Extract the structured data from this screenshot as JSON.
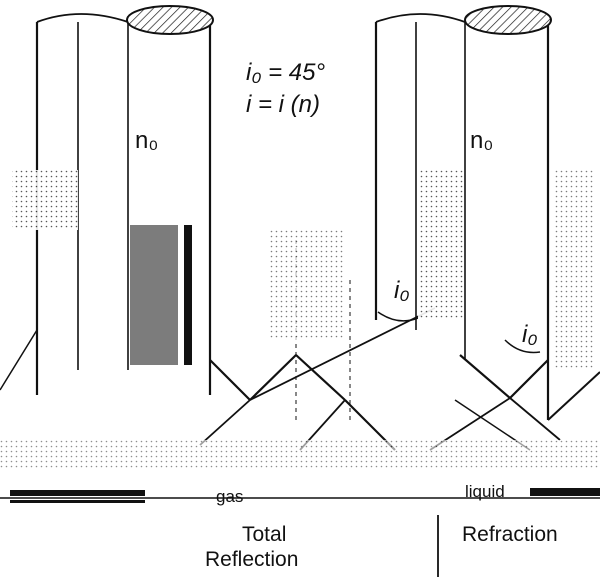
{
  "formula": {
    "line1": "i₀ = 45°",
    "line2": "i = i (n)"
  },
  "fibers": [
    {
      "core_label": "n₀",
      "incident_angle_label": "i₀"
    },
    {
      "core_label": "n₀",
      "incident_angle_label": "i₀"
    }
  ],
  "bottom": {
    "medium_left": "gas",
    "medium_right": "liquid",
    "caption_left_line1": "Total",
    "caption_left_line2": "Reflection",
    "caption_right": "Refraction"
  }
}
